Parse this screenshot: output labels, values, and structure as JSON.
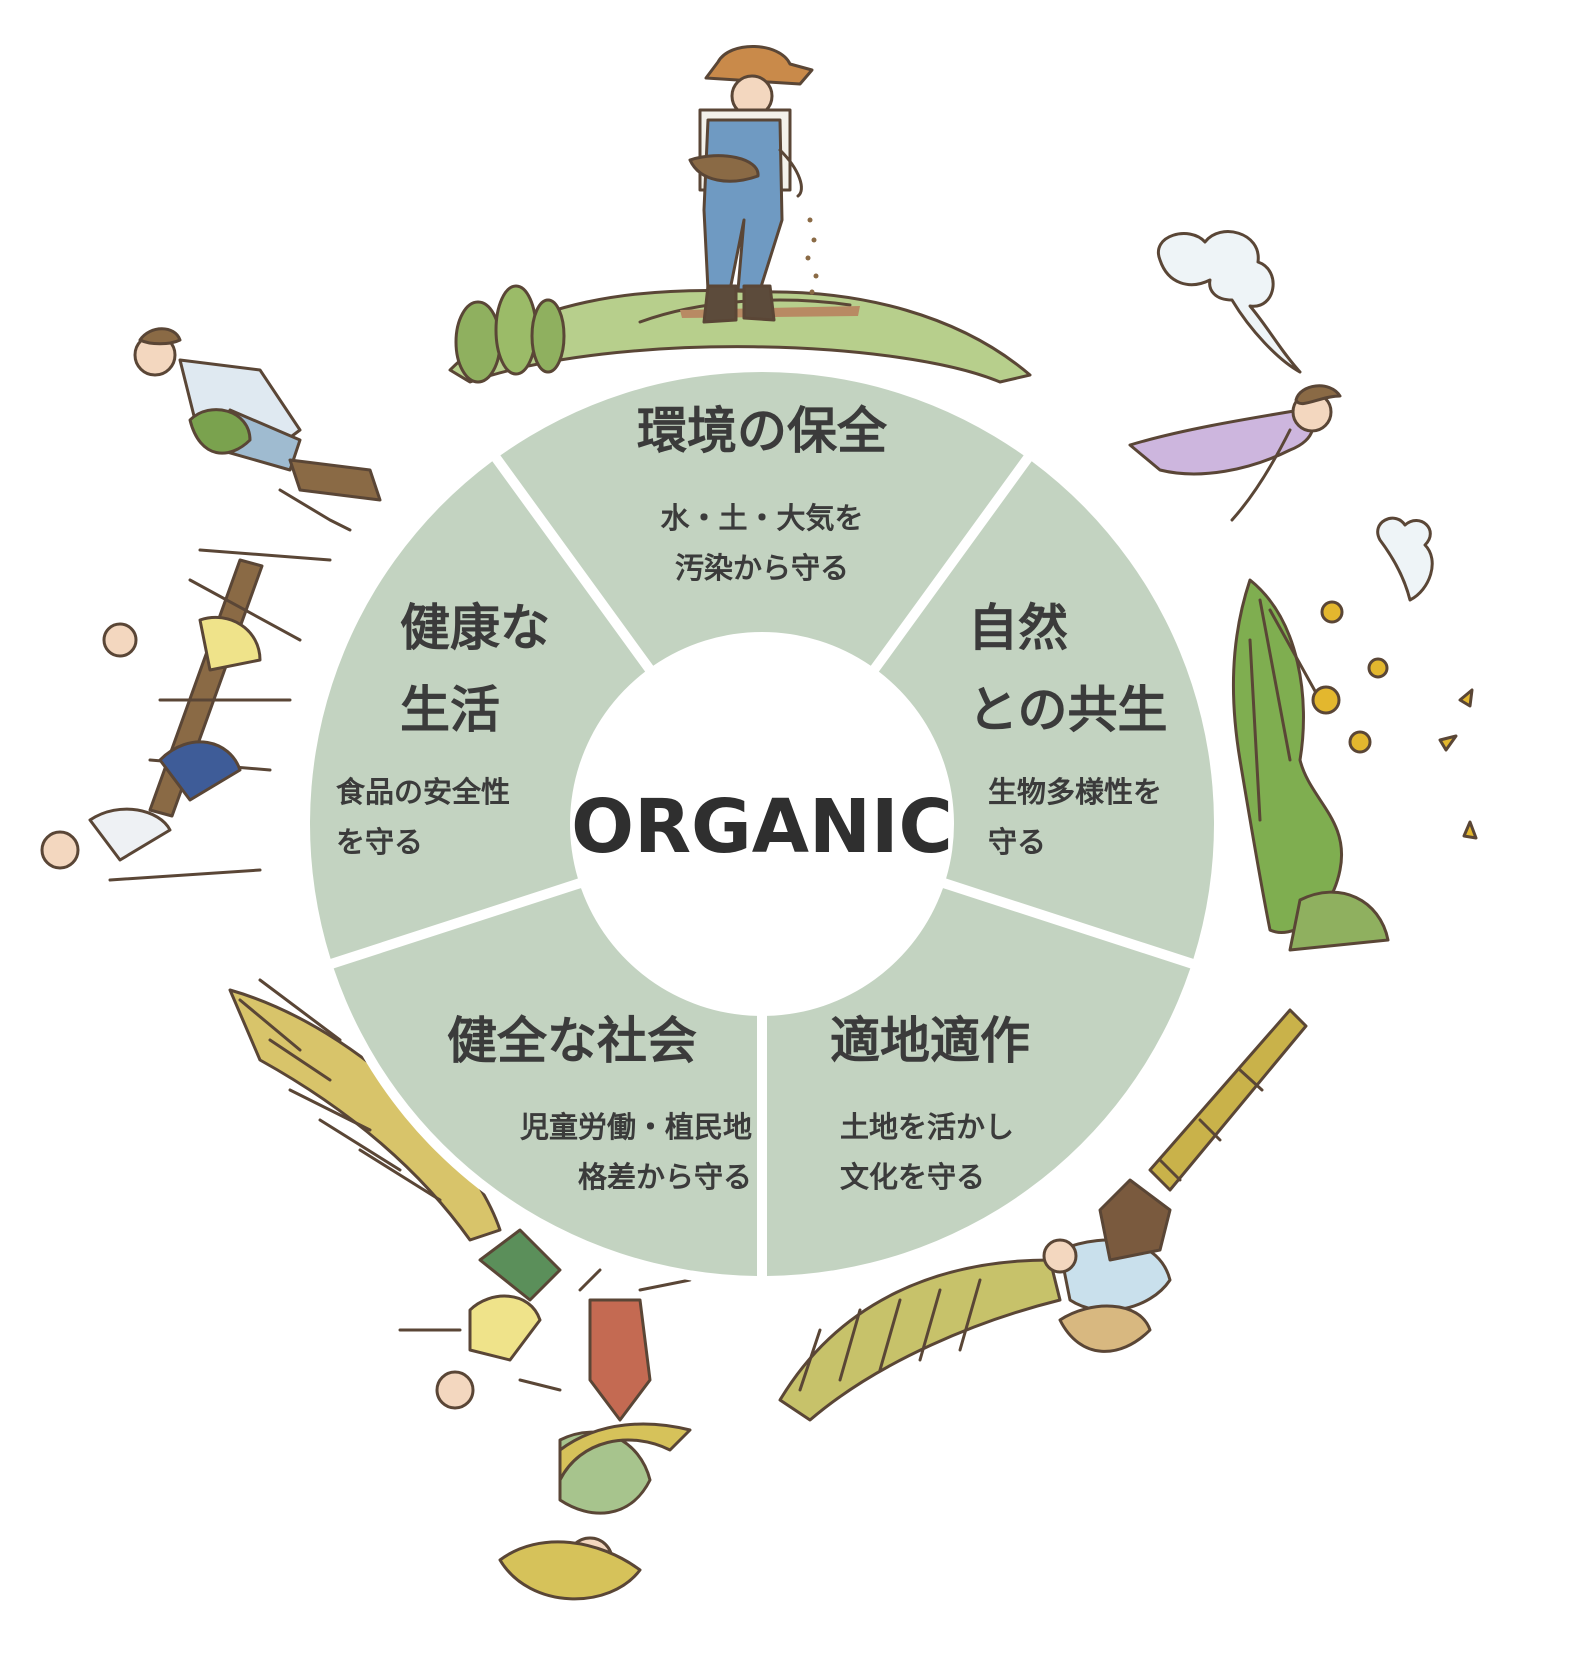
{
  "center": {
    "label": "ORGANIC"
  },
  "segments": [
    {
      "id": "environment",
      "title_lines": [
        "環境の保全"
      ],
      "sub_lines": [
        "水・土・大気を",
        "汚染から守る"
      ]
    },
    {
      "id": "nature",
      "title_lines": [
        "自然",
        "との共生"
      ],
      "sub_lines": [
        "生物多様性を",
        "守る"
      ]
    },
    {
      "id": "local",
      "title_lines": [
        "適地適作"
      ],
      "sub_lines": [
        "土地を活かし",
        "文化を守る"
      ]
    },
    {
      "id": "society",
      "title_lines": [
        "健全な社会"
      ],
      "sub_lines": [
        "児童労働・植民地",
        "格差から守る"
      ]
    },
    {
      "id": "health",
      "title_lines": [
        "健康な",
        "生活"
      ],
      "sub_lines": [
        "食品の安全性",
        "を守る"
      ]
    }
  ],
  "colors": {
    "segment_fill": "#c3d3c1",
    "divider": "#ffffff",
    "text": "#3b3b3b",
    "center_fill": "#ffffff",
    "ring_bg": "#ffffff"
  },
  "illustrations": [
    "farmer-sowing-seeds",
    "woman-with-cloud",
    "wildflowers-and-grass",
    "person-harvesting-with-basket",
    "family-carrying-rice-bundles",
    "rice-straw-sheaves",
    "family-at-picnic-table",
    "woman-carrying-vegetable-basket"
  ]
}
